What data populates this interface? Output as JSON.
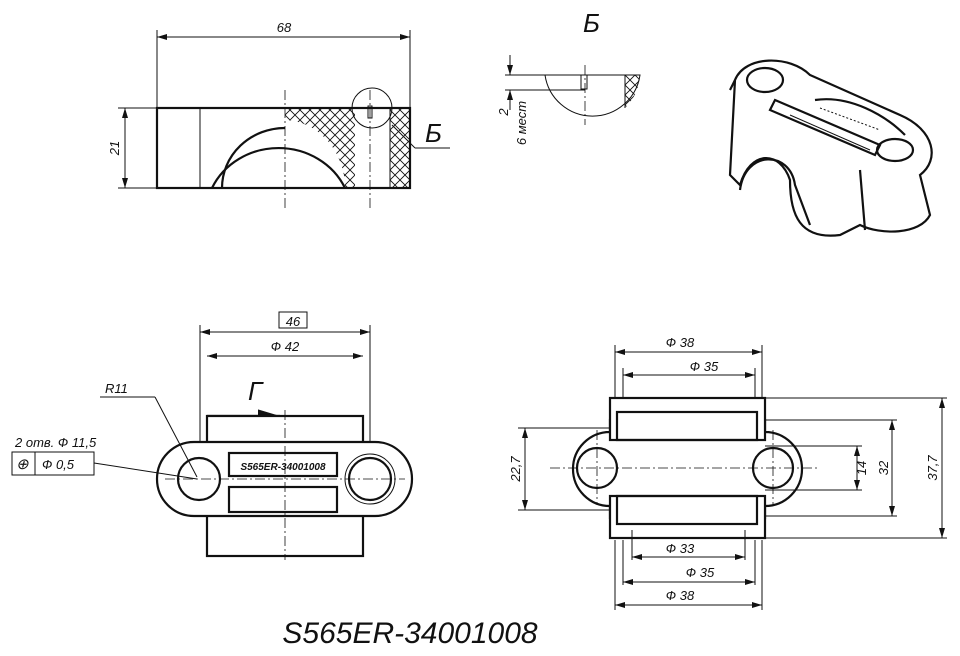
{
  "title": "S565ER-34001008",
  "stamp_text": "S565ER-34001008",
  "side_view": {
    "width_dim": "68",
    "height_dim": "21",
    "section_marker": "Б"
  },
  "section_detail": {
    "label": "Б",
    "depth_dim": "2",
    "count_note": "6 мест"
  },
  "top_view": {
    "overall_dim": "46",
    "diameter_dim": "Ф 42",
    "radius_dim": "R11",
    "view_marker": "Г",
    "holes_note": "2 отв. Ф 11,5",
    "tolerance_symbol": "⊕",
    "tolerance_value": "Ф  0,5"
  },
  "bottom_view": {
    "dia_top_outer": "Ф 38",
    "dia_top_inner": "Ф 35",
    "dia_bottom_1": "Ф 33",
    "dia_bottom_2": "Ф 35",
    "dia_bottom_3": "Ф 38",
    "dim_left": "22,7",
    "dim_14": "14",
    "dim_32": "32",
    "dim_377": "37,7"
  }
}
